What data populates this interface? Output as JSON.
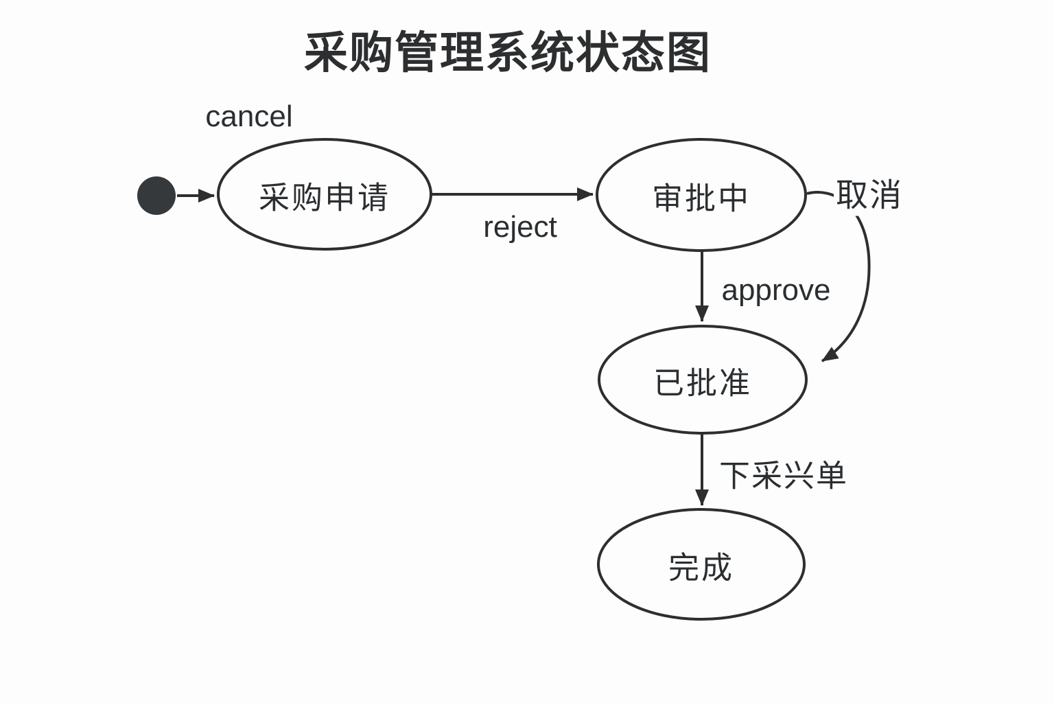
{
  "title": "采购管理系统状态图",
  "colors": {
    "background": "#fdfdfd",
    "stroke": "#2e2e2e",
    "text": "#2b2e30",
    "initial_dot": "#35393b"
  },
  "states": [
    {
      "id": "purchase-request",
      "label": "采购申请"
    },
    {
      "id": "under-approval",
      "label": "审批中"
    },
    {
      "id": "approved",
      "label": "已批准"
    },
    {
      "id": "completed",
      "label": "完成"
    }
  ],
  "transitions": [
    {
      "id": "cancel",
      "label": "cancel"
    },
    {
      "id": "reject",
      "label": "reject"
    },
    {
      "id": "approve",
      "label": "approve"
    },
    {
      "id": "quxiao",
      "label": "取消"
    },
    {
      "id": "place-order",
      "label": "下采兴单"
    }
  ]
}
